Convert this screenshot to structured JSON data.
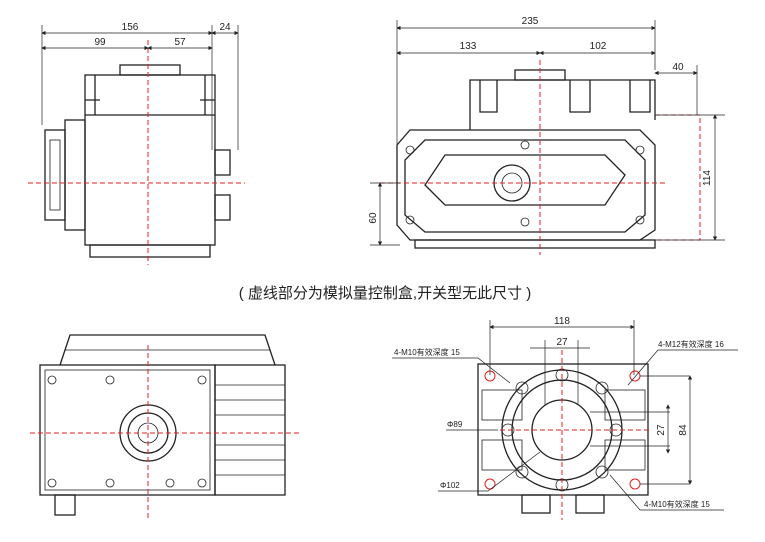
{
  "caption": "( 虚线部分为模拟量控制盒,开关型无此尺寸 )",
  "side_view": {
    "dim_total": "156",
    "dim_gland": "24",
    "dim_left": "99",
    "dim_right": "57"
  },
  "front_view": {
    "dim_total": "235",
    "dim_left": "133",
    "dim_right": "102",
    "dim_box": "40",
    "dim_height": "114",
    "dim_center": "60"
  },
  "bottom_view": {
    "dim_width": "118",
    "dim_square": "27",
    "dim_square_v": "27",
    "dim_height": "84",
    "dia_small": "Φ89",
    "dia_large": "Φ102",
    "note_m10_top": "4-M10有效深度 15",
    "note_m12": "4-M12有效深度 16",
    "note_m10_bottom": "4-M10有效深度 15"
  }
}
